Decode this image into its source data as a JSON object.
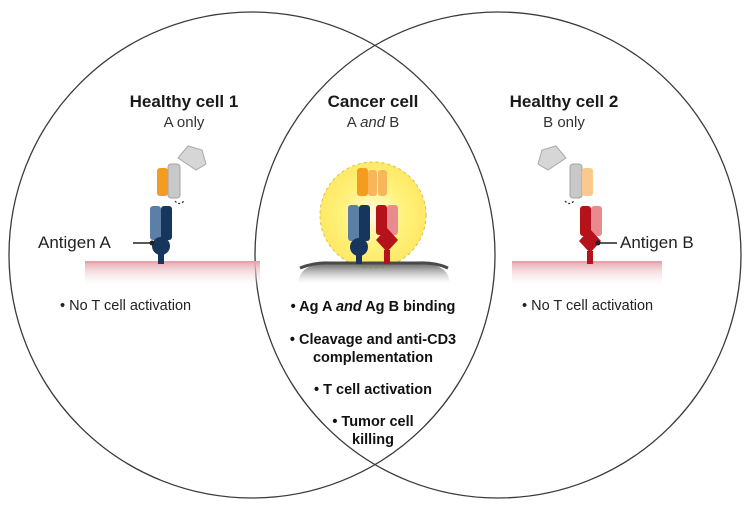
{
  "left": {
    "title": "Healthy cell 1",
    "subtitle": "A only",
    "antigen_label": "Antigen A",
    "bullet": "• No T cell activation"
  },
  "center": {
    "title": "Cancer cell",
    "subtitle_pre": "A ",
    "subtitle_em": "and",
    "subtitle_post": " B",
    "bullet1_pre": "• Ag A ",
    "bullet1_em": "and",
    "bullet1_post": " Ag B binding",
    "bullet2_line1": "• Cleavage and anti-CD3",
    "bullet2_line2": "complementation",
    "bullet3": "• T cell activation",
    "bullet4_line1": "• Tumor cell",
    "bullet4_line2": "killing"
  },
  "right": {
    "title": "Healthy cell 2",
    "subtitle": "B only",
    "antigen_label": "Antigen B",
    "bullet": "• No T cell activation"
  },
  "colors": {
    "circle_stroke": "#3a3a3a",
    "antigen_a": "#17365d",
    "antigen_b": "#b5121b",
    "orange": "#f39c1f",
    "glow": "#fff07a",
    "healthy_membrane": "#f3c8cc",
    "cancer_membrane": "#555555"
  }
}
